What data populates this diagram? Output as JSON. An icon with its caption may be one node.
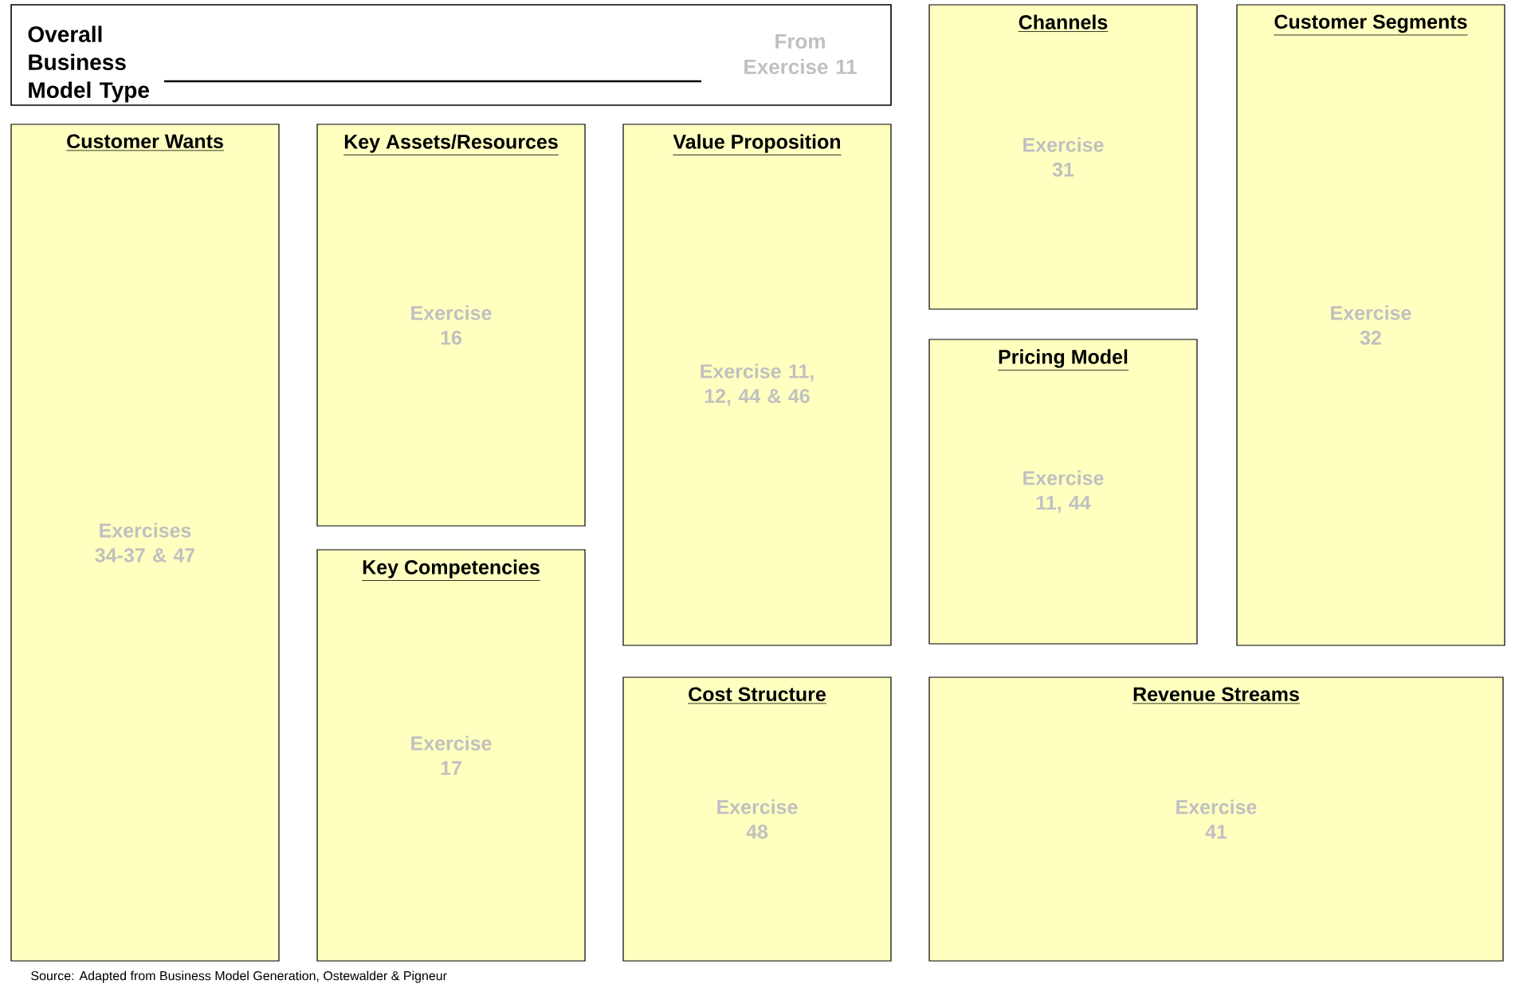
{
  "diagram": {
    "nodes": [
      {
        "text": [
          "Overall Business Model Type",
          "From Exercise 11"
        ]
      },
      {
        "text": [
          "Channels",
          "Exercise 31"
        ]
      },
      {
        "text": [
          "Customer Segments",
          "Exercise 32"
        ]
      },
      {
        "text": [
          "Customer Wants",
          "Exercises 34-37 & 47"
        ]
      },
      {
        "text": [
          "Key Assets/Resources",
          "Exercise 16"
        ]
      },
      {
        "text": [
          "Value Proposition",
          "Exercise 11, 12, 44 & 46"
        ]
      },
      {
        "text": [
          "Pricing Model",
          "Exercise 11, 44"
        ]
      },
      {
        "text": [
          "Key Competencies",
          "Exercise 17"
        ]
      },
      {
        "text": [
          "Cost Structure",
          "Exercise 48"
        ]
      },
      {
        "text": [
          "Revenue Streams",
          "Exercise 41"
        ]
      }
    ],
    "edges": [],
    "labels": [
      "Source: Adapted from Business Model Generation, Ostewalder & Pigneur"
    ]
  }
}
